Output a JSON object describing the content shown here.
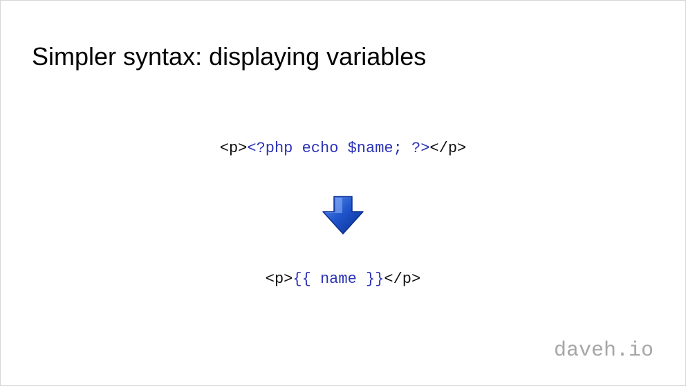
{
  "slide": {
    "title": "Simpler syntax: displaying variables",
    "code_before": {
      "open_tag": "<p>",
      "expression": "<?php echo $name; ?>",
      "close_tag": "</p>"
    },
    "code_after": {
      "open_tag": "<p>",
      "expression": "{{ name }}",
      "close_tag": "</p>"
    },
    "arrow_icon": "arrow-down-icon",
    "watermark": "daveh.io"
  },
  "colors": {
    "code_tag": "#111111",
    "code_expression": "#2b33b5",
    "arrow_fill": "#1d52c9",
    "watermark": "#a6a6a6"
  }
}
